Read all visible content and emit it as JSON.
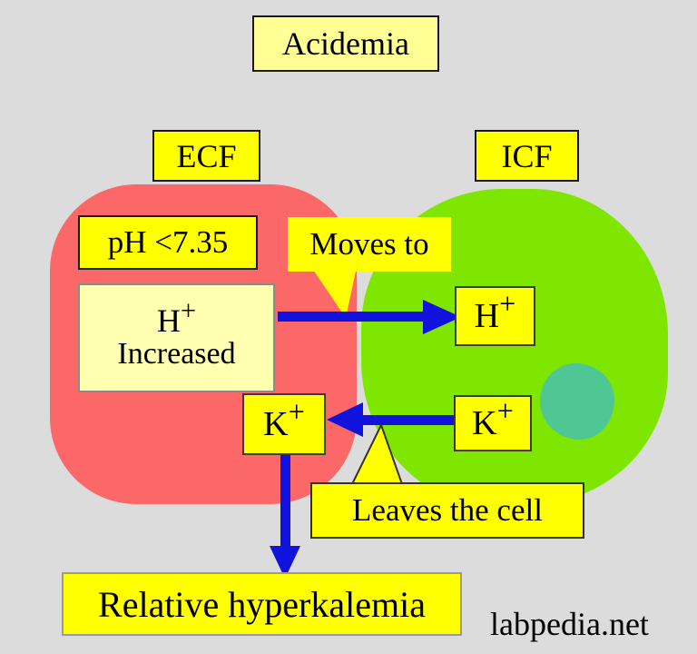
{
  "title": "Acidemia",
  "compartments": {
    "ecf": "ECF",
    "icf": "ICF"
  },
  "ecf": {
    "ph": "pH <7.35",
    "h": {
      "ion": "H",
      "charge": "+",
      "label": "Increased"
    },
    "k": {
      "ion": "K",
      "charge": "+"
    }
  },
  "icf": {
    "h": {
      "ion": "H",
      "charge": "+"
    },
    "k": {
      "ion": "K",
      "charge": "+"
    }
  },
  "callouts": {
    "moves_to": "Moves to",
    "leaves_cell": "Leaves the cell"
  },
  "result": "Relative hyperkalemia",
  "watermark": "labpedia.net",
  "colors": {
    "bg": "#dcdcdc",
    "ecf-red": "#fc6868",
    "icf-green": "#7ee600",
    "nucleus-teal": "#4ec795",
    "bright-yellow": "#ffff00",
    "pale-yellow": "#ffffb2",
    "title-yellow": "#ffff96",
    "arrow-blue": "#1212dd",
    "border-dark": "#1a1a1a",
    "border-gray": "#8a8a8a"
  }
}
